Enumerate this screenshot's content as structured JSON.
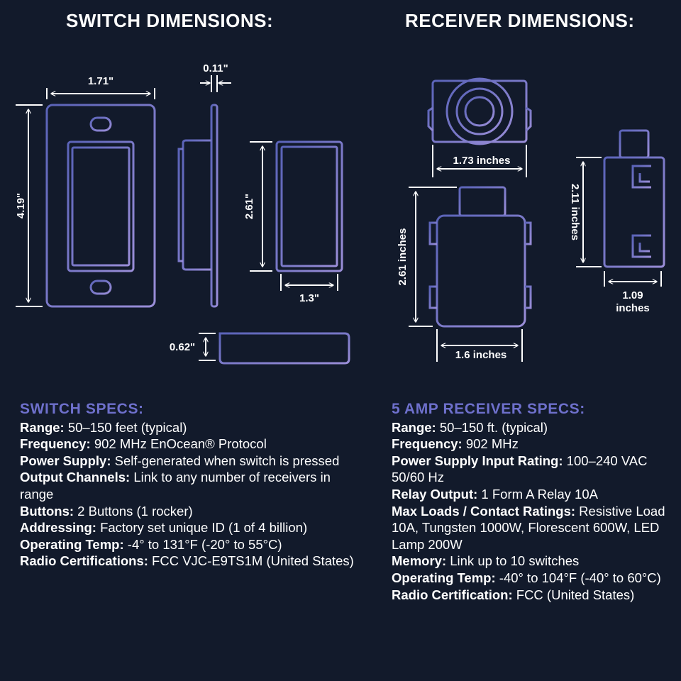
{
  "headings": {
    "switch": "SWITCH DIMENSIONS:",
    "receiver": "RECEIVER DIMENSIONS:"
  },
  "dimensions": {
    "switch_width": "1.71\"",
    "switch_depth": "0.11\"",
    "switch_height": "4.19\"",
    "rocker_height": "2.61\"",
    "rocker_width": "1.3\"",
    "rocker_depth": "0.62\"",
    "receiver_width": "1.73 inches",
    "receiver_height": "2.61 inches",
    "receiver_body_width": "1.6 inches",
    "receiver_side_height": "2.11 inches",
    "receiver_side_width_line1": "1.09",
    "receiver_side_width_line2": "inches"
  },
  "colors": {
    "background": "#121a2b",
    "accent": "#6e70cc",
    "outline_start": "#5a63b8",
    "outline_end": "#9a8ed8"
  },
  "switch_specs": {
    "title": "SWITCH SPECS:",
    "items": [
      {
        "label": "Range:",
        "value": " 50–150 feet (typical)"
      },
      {
        "label": "Frequency:",
        "value": " 902 MHz EnOcean® Protocol"
      },
      {
        "label": "Power Supply:",
        "value": " Self-generated when switch is pressed"
      },
      {
        "label": "Output Channels:",
        "value": " Link to any number of receivers in range"
      },
      {
        "label": "Buttons:",
        "value": " 2 Buttons (1 rocker)"
      },
      {
        "label": "Addressing:",
        "value": " Factory set unique ID (1 of 4 billion)"
      },
      {
        "label": "Operating Temp:",
        "value": " -4° to 131°F (-20° to 55°C)"
      },
      {
        "label": "Radio Certifications:",
        "value": " FCC VJC-E9TS1M (United States)"
      }
    ]
  },
  "receiver_specs": {
    "title": "5 AMP RECEIVER SPECS:",
    "items": [
      {
        "label": "Range:",
        "value": " 50–150 ft. (typical)"
      },
      {
        "label": "Frequency:",
        "value": " 902 MHz"
      },
      {
        "label": "Power Supply Input Rating:",
        "value": " 100–240 VAC 50/60 Hz"
      },
      {
        "label": "Relay Output:",
        "value": " 1 Form A Relay 10A"
      },
      {
        "label": "Max Loads / Contact Ratings:",
        "value": " Resistive Load 10A, Tungsten 1000W, Florescent 600W, LED Lamp 200W"
      },
      {
        "label": "Memory:",
        "value": " Link up to 10 switches"
      },
      {
        "label": "Operating Temp:",
        "value": " -40° to 104°F (-40° to 60°C)"
      },
      {
        "label": "Radio Certification:",
        "value": " FCC (United States)"
      }
    ]
  }
}
